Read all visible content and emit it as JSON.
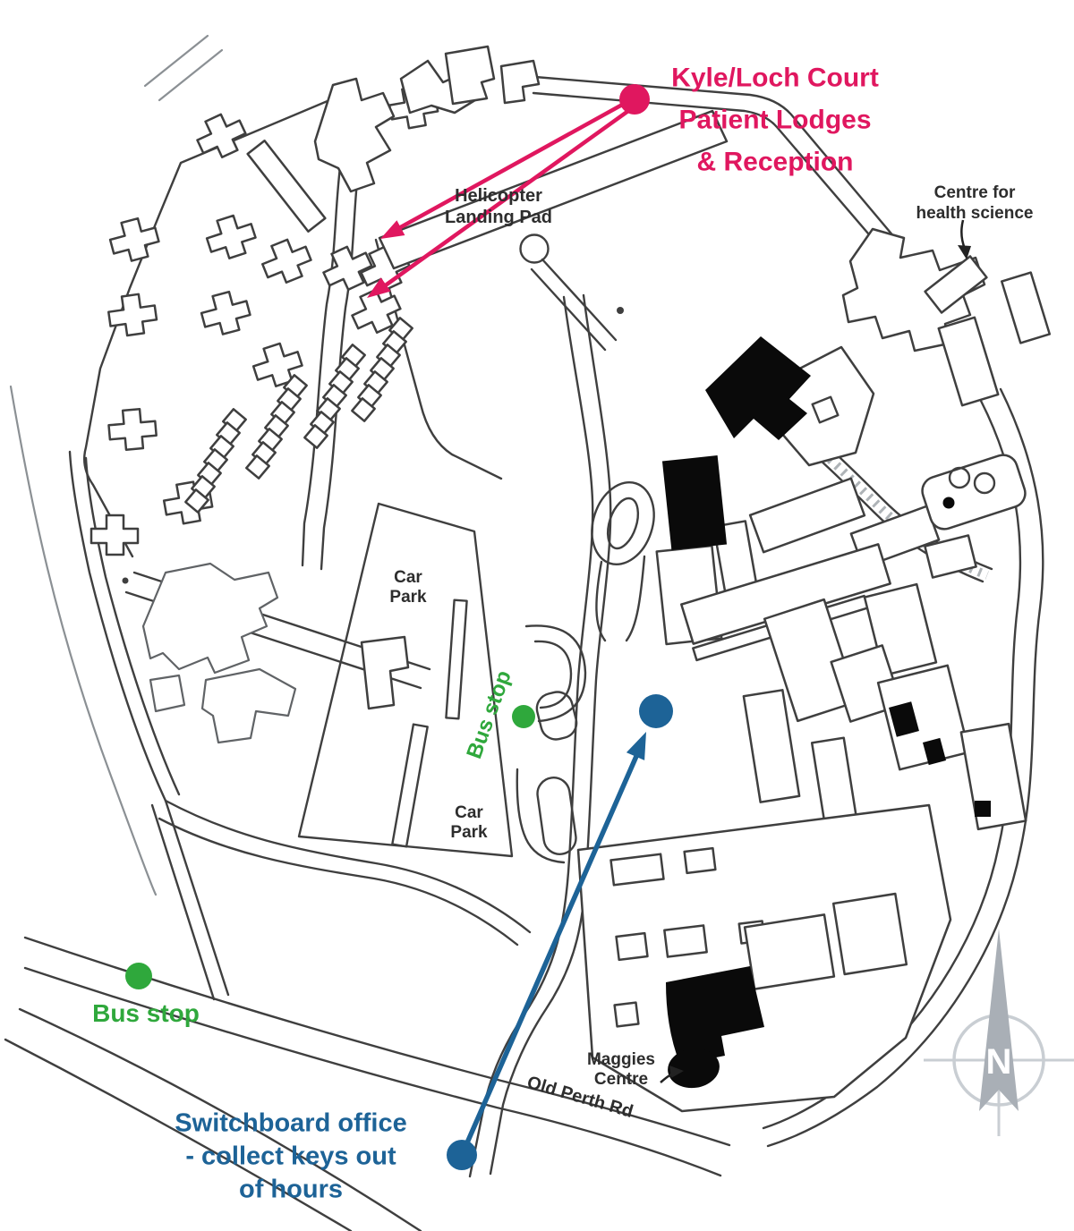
{
  "colors": {
    "pink": "#E0175F",
    "green": "#2FA83C",
    "blue": "#1D6397",
    "ink": "#3F3F3F",
    "black": "#0A0A0A",
    "gray": "#A9AFB6",
    "grayline": "#C9CED3"
  },
  "labels": {
    "kyle": {
      "lines": [
        "Kyle/Loch Court",
        "Patient Lodges",
        "& Reception"
      ]
    },
    "helipad": {
      "lines": [
        "Helicopter",
        "Landing Pad"
      ]
    },
    "centre_health_science": {
      "lines": [
        "Centre for",
        "health science"
      ]
    },
    "car_park_north": {
      "lines": [
        "Car",
        "Park"
      ]
    },
    "car_park_south": {
      "lines": [
        "Car",
        "Park"
      ]
    },
    "bus_stop_central": {
      "text": "Bus stop"
    },
    "bus_stop_west": {
      "text": "Bus stop"
    },
    "maggies": {
      "lines": [
        "Maggies",
        "Centre"
      ]
    },
    "old_perth_rd": {
      "text": "Old Perth Rd"
    },
    "switchboard": {
      "lines": [
        "Switchboard office",
        "- collect keys out",
        "of hours"
      ]
    },
    "compass": {
      "text": "N"
    }
  },
  "markers": {
    "kyle_dot": {
      "shape": "circle",
      "color_ref": "pink",
      "points_to": "patient lodges"
    },
    "bus_stop_central_dot": {
      "shape": "circle",
      "color_ref": "green"
    },
    "bus_stop_west_dot": {
      "shape": "circle",
      "color_ref": "green"
    },
    "switchboard_building_dot": {
      "shape": "circle",
      "color_ref": "blue"
    },
    "switchboard_label_dot": {
      "shape": "circle",
      "color_ref": "blue"
    },
    "maggies_building": {
      "shape": "ellipse",
      "color_ref": "black"
    }
  }
}
